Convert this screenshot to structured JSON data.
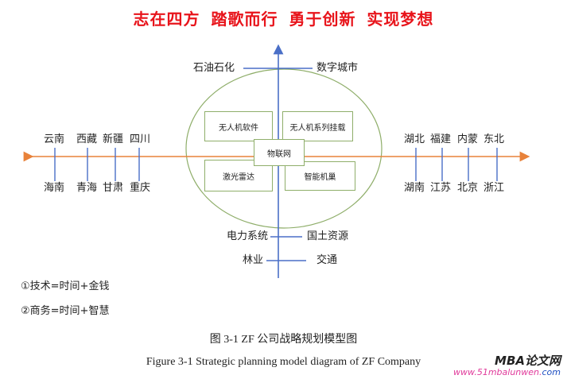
{
  "title": "志在四方  踏歌而行  勇于创新  实现梦想",
  "axes": {
    "vertical_color": "#4a6fc7",
    "horizontal_color": "#e8823a",
    "ellipse_color": "#8fae6a"
  },
  "top_labels": {
    "left": "石油石化",
    "right": "数字城市"
  },
  "core_boxes": {
    "top_left": "无人机软件",
    "top_right": "无人机系列挂载",
    "bottom_left": "激光雷达",
    "bottom_right": "智能机巢",
    "center": "物联网"
  },
  "left_regions": {
    "top": [
      "云南",
      "西藏",
      "新疆",
      "四川"
    ],
    "bottom": [
      "海南",
      "青海",
      "甘肃",
      "重庆"
    ]
  },
  "right_regions": {
    "top": [
      "湖北",
      "福建",
      "内蒙",
      "东北"
    ],
    "bottom": [
      "湖南",
      "江苏",
      "北京",
      "浙江"
    ]
  },
  "bottom_labels": [
    {
      "left": "电力系统",
      "right": "国土资源"
    },
    {
      "left": "林业",
      "right": "交通"
    }
  ],
  "legend": [
    "①技术=时间+金钱",
    "②商务=时间+智慧"
  ],
  "caption": {
    "cn": "图 3-1    ZF 公司战略规划模型图",
    "en": "Figure 3-1 Strategic planning model diagram of ZF Company"
  },
  "watermark": {
    "brand": "MBA论文网",
    "url_main": "www.51mbalunwen.",
    "url_tld": "com"
  }
}
